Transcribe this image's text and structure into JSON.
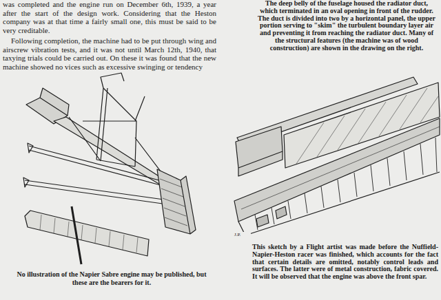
{
  "diagram": {
    "labels": [
      "was completed and the engine run on December 6th, 1939, a year after the start of the design work. Considering that the Heston company was at that time a fairly small one, this must be said to be very creditable.",
      "Following completion, the machine had to be put through wing and airscrew vibration tests, and it was not until March 12th, 1940, that taxying trials could be carried out. On these it was found that the new machine showed no vices such as excessive swinging or tendency",
      "The deep belly of the fuselage housed the radiator duct, which terminated in an oval opening in front of the rudder. The duct is divided into two by a horizontal panel, the upper portion serving to \"skim\" the turbulent boundary layer air and preventing it from reaching the radiator duct. Many of the structural features (the machine was of wood construction) are shown in the drawing on the right.",
      "No illustration of the Napier Sabre engine may be published, but these are the bearers for it.",
      "J.P.",
      "This sketch by a Flight artist was made before the Nuffield-Napier-Heston racer was finished, which accounts for the fact that certain details are omitted, notably control leads and surfaces. The latter were of metal construction, fabric covered. It will be observed that the engine was above the front spar."
    ]
  }
}
